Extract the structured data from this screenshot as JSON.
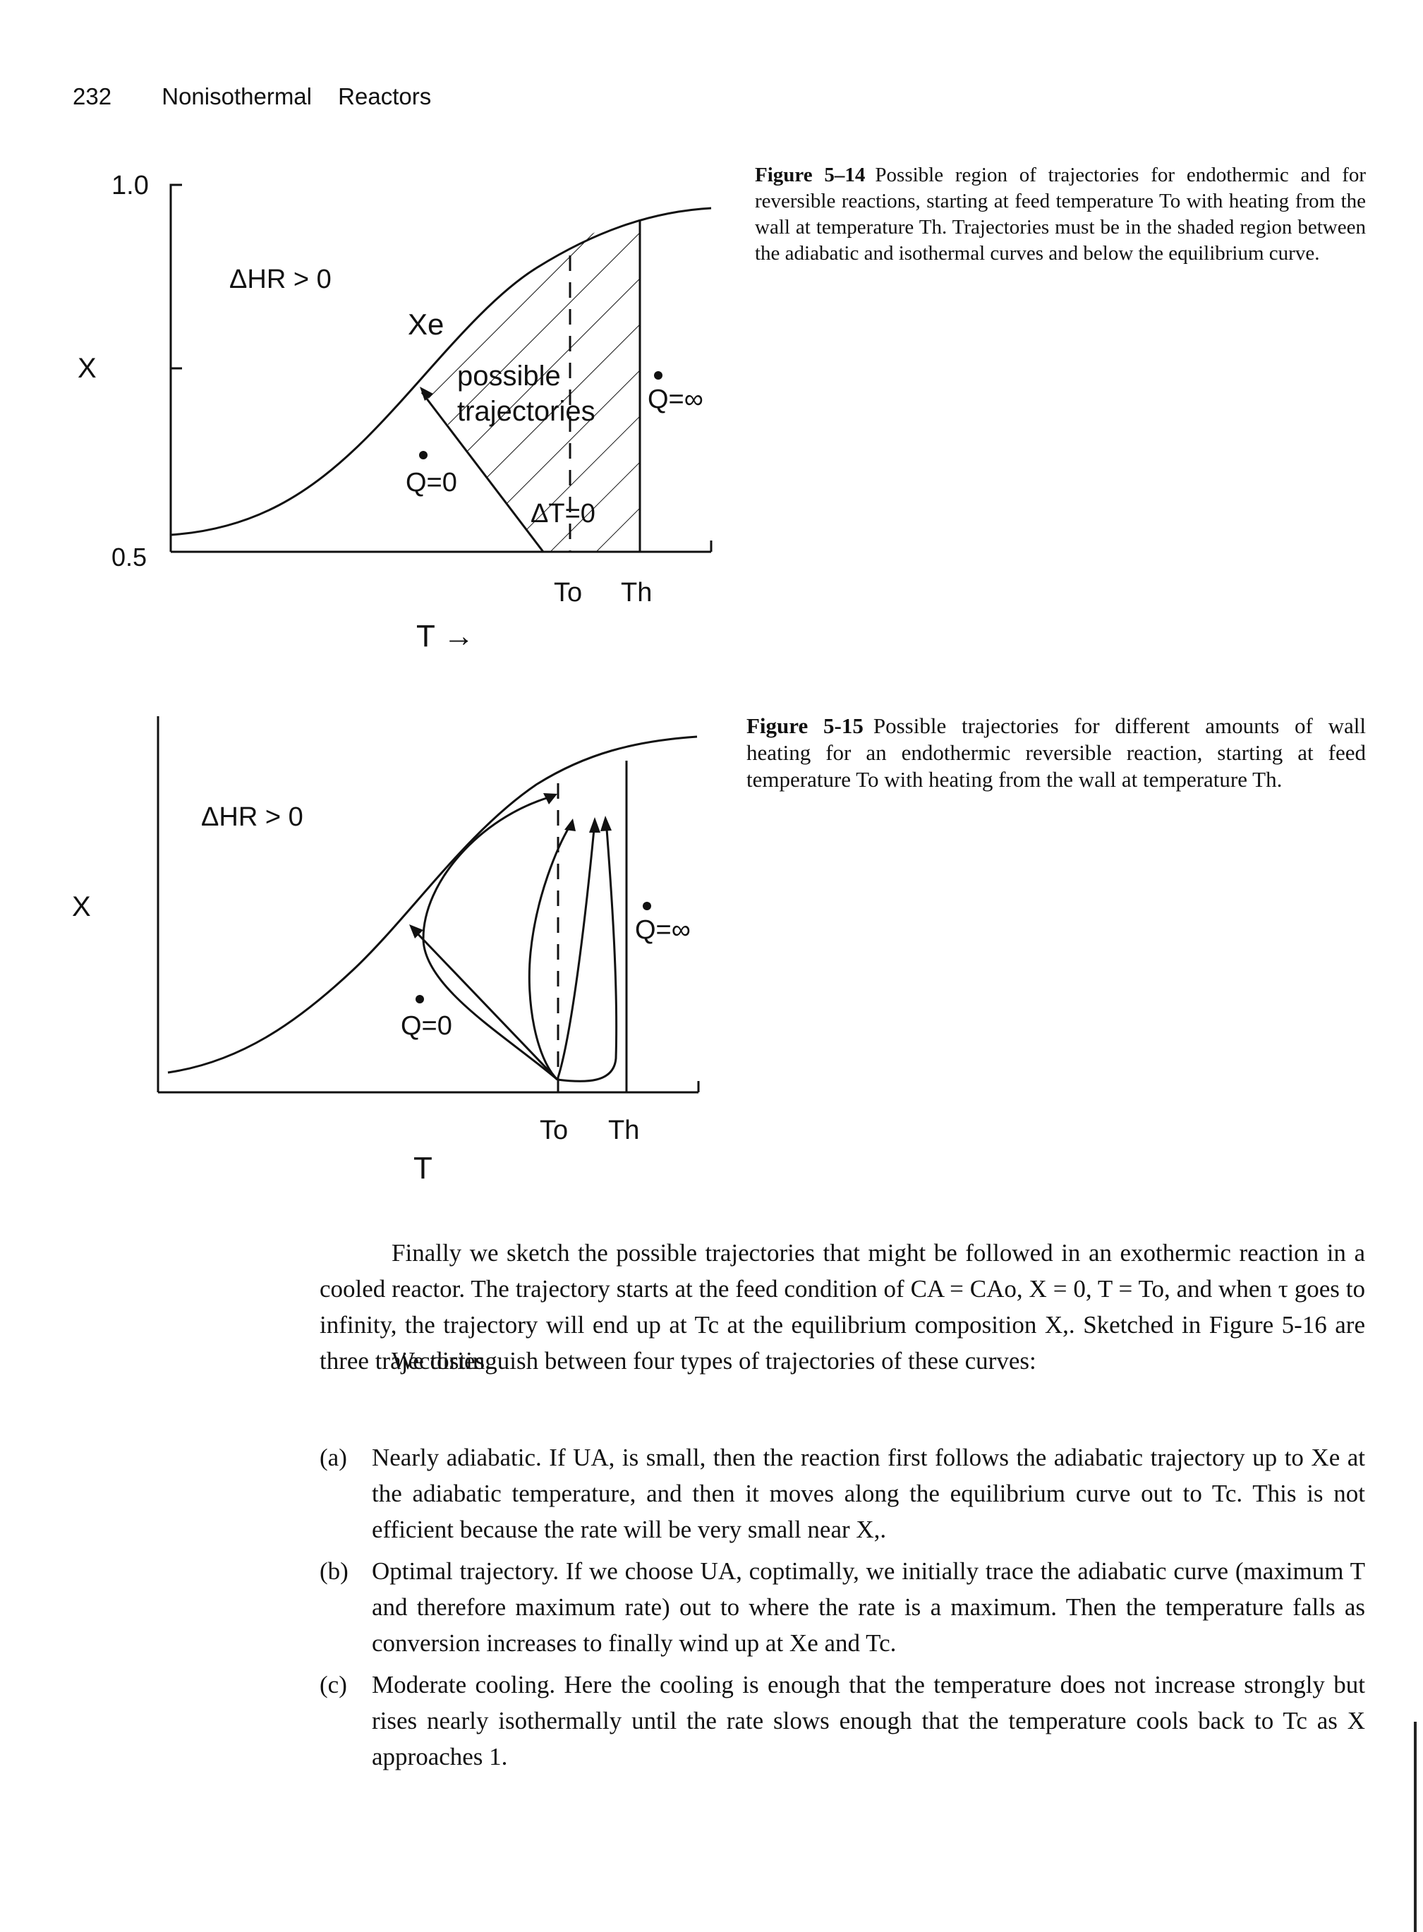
{
  "running_head": {
    "page_number": "232",
    "title": "Nonisothermal Reactors"
  },
  "figure_5_14": {
    "caption_label": "Figure 5–14",
    "caption_text": "Possible region of trajectories for endothermic and for reversible reactions, starting at feed temperature To with heating from the wall at temperature Th. Trajectories must be in the shaded region between the adiabatic and isothermal curves and below the equilibrium curve.",
    "y_axis_label": "X",
    "y_tick_top": "1.0",
    "y_tick_bottom": "0.5",
    "x_axis_label": "T →",
    "label_dHR": "ΔHR > 0",
    "label_Xe": "Xe",
    "label_region_1": "possible",
    "label_region_2": "trajectories",
    "label_Q_inf": "Q=∞",
    "label_Q_zero": "Q=0",
    "label_dT_zero": "ΔT=0",
    "label_To": "To",
    "label_Th": "Th"
  },
  "figure_5_15": {
    "caption_label": "Figure 5-15",
    "caption_text": "Possible trajectories for different amounts of wall heating for an endothermic reversible reaction, starting at feed temperature To with heating from the wall at temperature Th.",
    "y_axis_label": "X",
    "x_axis_label": "T",
    "label_dHR": "ΔHR > 0",
    "label_Q_inf": "Q=∞",
    "label_Q_zero": "Q=0",
    "label_To": "To",
    "label_Th": "Th"
  },
  "body": {
    "p1": "Finally we sketch the possible trajectories that might be followed in an exothermic reaction in a cooled reactor. The trajectory starts at the feed condition of CA = CAo, X = 0, T = To, and when τ goes to infinity, the trajectory will end up at Tc at the equilibrium composition X,. Sketched in Figure 5-16 are three trajectories.",
    "p2": "We distinguish between four types of trajectories of these curves:",
    "items": [
      {
        "marker": "(a)",
        "text": "Nearly adiabatic. If UA, is small, then the reaction first follows the adiabatic trajectory up to Xe at the adiabatic temperature, and then it moves along the equilibrium curve out to Tc. This is not efficient because the rate will be very small near X,."
      },
      {
        "marker": "(b)",
        "text": "Optimal trajectory. If we choose UA, coptimally, we initially trace the adiabatic curve (maximum T and therefore maximum rate) out to where the rate is a maximum. Then the temperature falls as conversion increases to finally wind up at Xe and Tc."
      },
      {
        "marker": "(c)",
        "text": "Moderate cooling. Here the cooling is enough that the temperature does not increase strongly but rises nearly isothermally until the rate slows enough that the temperature cools back to Tc as X approaches 1."
      }
    ]
  }
}
